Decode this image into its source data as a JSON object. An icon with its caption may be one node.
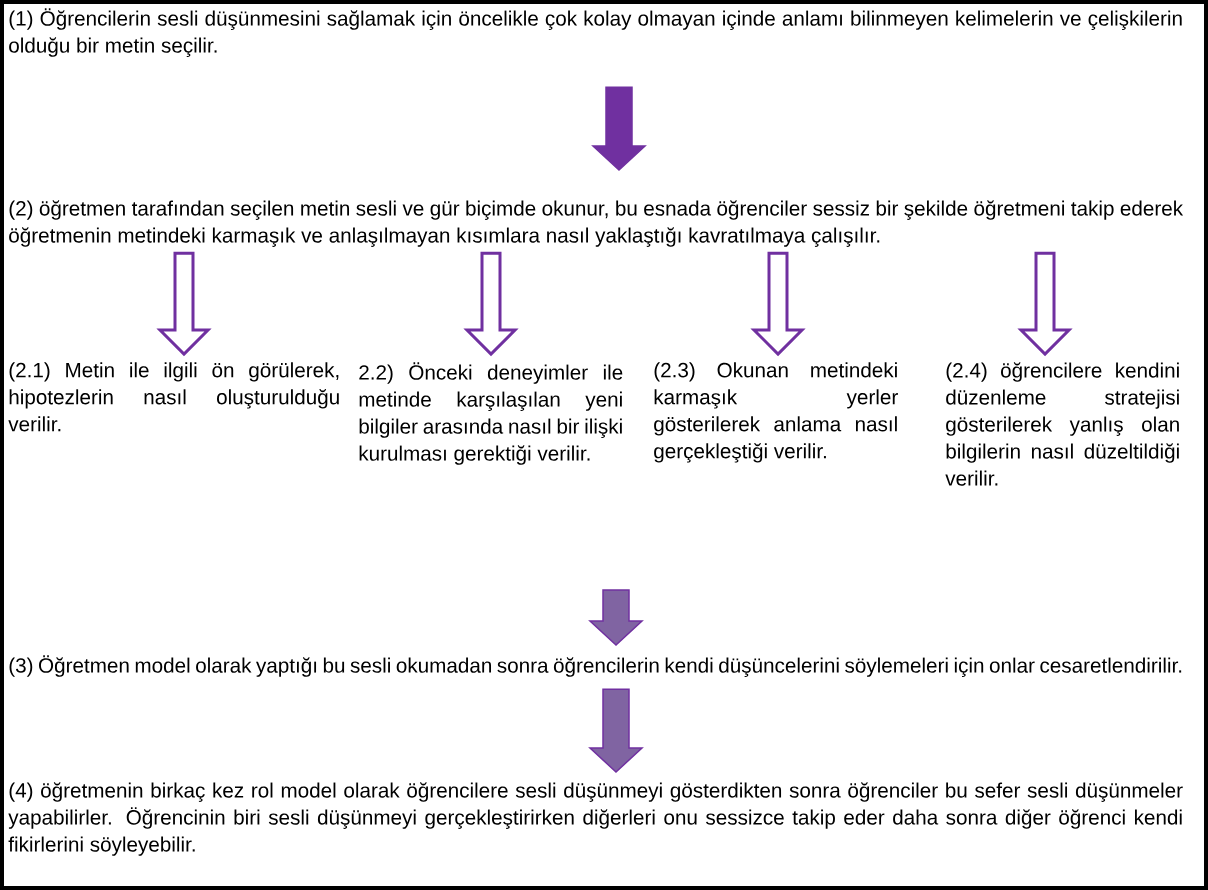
{
  "diagram": {
    "nodes": [
      {
        "text": [
          "(1) Öğrencilerin sesli düşünmesini sağlamak için öncelikle çok kolay olmayan içinde anlamı bilinmeyen kelimelerin ve çelişkilerin olduğu bir metin seçilir."
        ]
      },
      {
        "text": [
          "(2) öğretmen tarafından seçilen metin sesli ve gür biçimde okunur, bu esnada öğrenciler sessiz bir şekilde öğretmeni takip ederek öğretmenin metindeki karmaşık ve anlaşılmayan kısımlara nasıl yaklaştığı kavratılmaya çalışılır."
        ]
      },
      {
        "text": [
          "(2.1) Metin ile ilgili ön görülerek, hipotezlerin nasıl oluşturulduğu verilir."
        ]
      },
      {
        "text": [
          "2.2) Önceki deneyimler ile metinde karşılaşılan yeni bilgiler arasında nasıl bir ilişki kurulması gerektiği verilir."
        ]
      },
      {
        "text": [
          "(2.3) Okunan metindeki karmaşık yerler gösterilerek anlama nasıl gerçekleştiği verilir."
        ]
      },
      {
        "text": [
          "(2.4) öğrencilere kendini düzenleme stratejisi gösterilerek yanlış olan bilgilerin nasıl düzeltildiği verilir."
        ]
      },
      {
        "text": [
          "(3) Öğretmen model olarak yaptığı bu sesli okumadan sonra öğrencilerin kendi düşüncelerini söylemeleri için onlar cesaretlendirilir."
        ]
      },
      {
        "text": [
          "(4) öğretmenin birkaç kez rol model olarak öğrencilere sesli düşünmeyi gösterdikten sonra öğrenciler bu sefer sesli düşünmeler yapabilirler.  Öğrencinin biri sesli düşünmeyi gerçekleştirirken diğerleri onu sessizce takip eder daha sonra diğer öğrenci kendi fikirlerini söyleyebilir."
        ]
      }
    ],
    "edges": [
      {
        "from": 0,
        "to": 1,
        "arrow": "to",
        "style": "thick"
      },
      {
        "from": 1,
        "to": 2,
        "arrow": "to"
      },
      {
        "from": 1,
        "to": 3,
        "arrow": "to"
      },
      {
        "from": 1,
        "to": 4,
        "arrow": "to"
      },
      {
        "from": 1,
        "to": 5,
        "arrow": "to"
      },
      {
        "from": null,
        "to": 6,
        "arrow": "to",
        "style": "thick",
        "color": "#8064a2"
      },
      {
        "from": 6,
        "to": 7,
        "arrow": "to",
        "style": "thick",
        "color": "#8064a2"
      }
    ]
  }
}
